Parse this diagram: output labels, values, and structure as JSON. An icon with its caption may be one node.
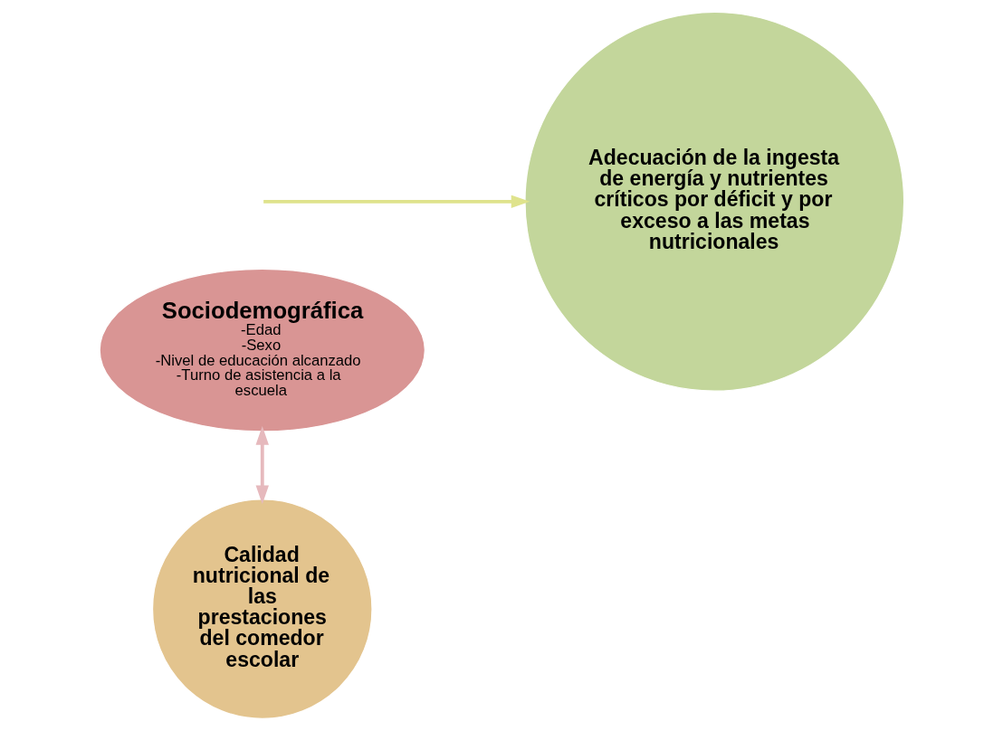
{
  "diagram": {
    "nodes": [
      {
        "text": [
          "Sociodemográfica",
          "-Edad",
          "-Sexo",
          "-Nivel de educación alcanzado",
          "-Turno de asistencia a la escuela"
        ]
      },
      {
        "text": [
          "Calidad nutricional de las prestaciones del comedor escolar"
        ]
      },
      {
        "text": [
          "Adecuación de la ingesta de energía y nutrientes críticos por déficit y por exceso a las metas nutricionales"
        ]
      }
    ],
    "edges": [
      {
        "from": 0,
        "to": 1,
        "arrow": "both",
        "color": "#e6b9bd"
      },
      {
        "from": null,
        "to": 2,
        "arrow": "to",
        "color": "#dfe38c"
      }
    ]
  }
}
